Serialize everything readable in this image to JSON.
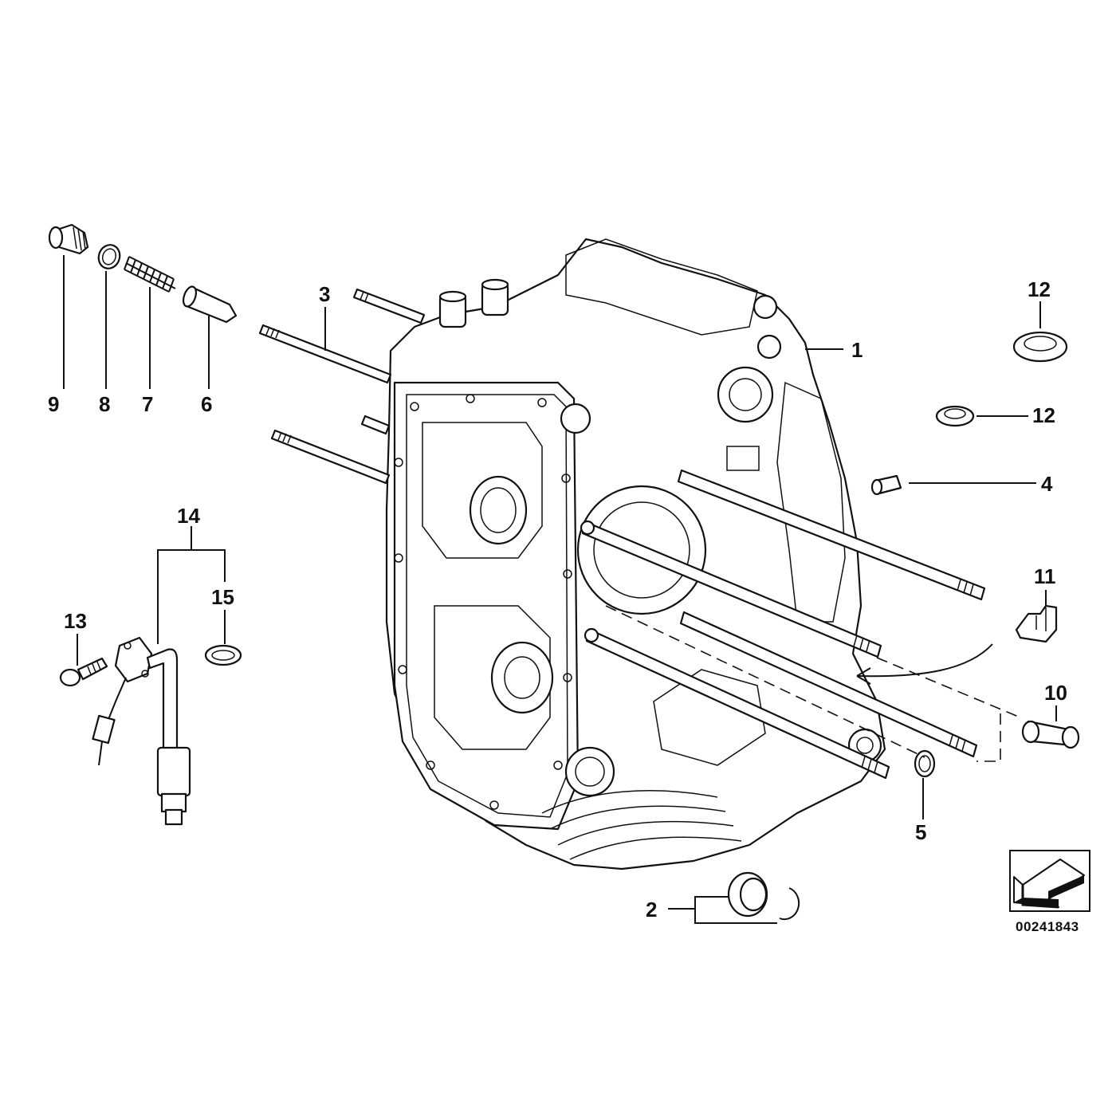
{
  "diagram": {
    "drawing_number": "00241843",
    "callouts": [
      "1",
      "2",
      "3",
      "4",
      "5",
      "6",
      "7",
      "8",
      "9",
      "10",
      "11",
      "12",
      "12",
      "13",
      "14",
      "15"
    ]
  },
  "icons": {
    "orientation_arrow": "direction-arrow-icon"
  }
}
